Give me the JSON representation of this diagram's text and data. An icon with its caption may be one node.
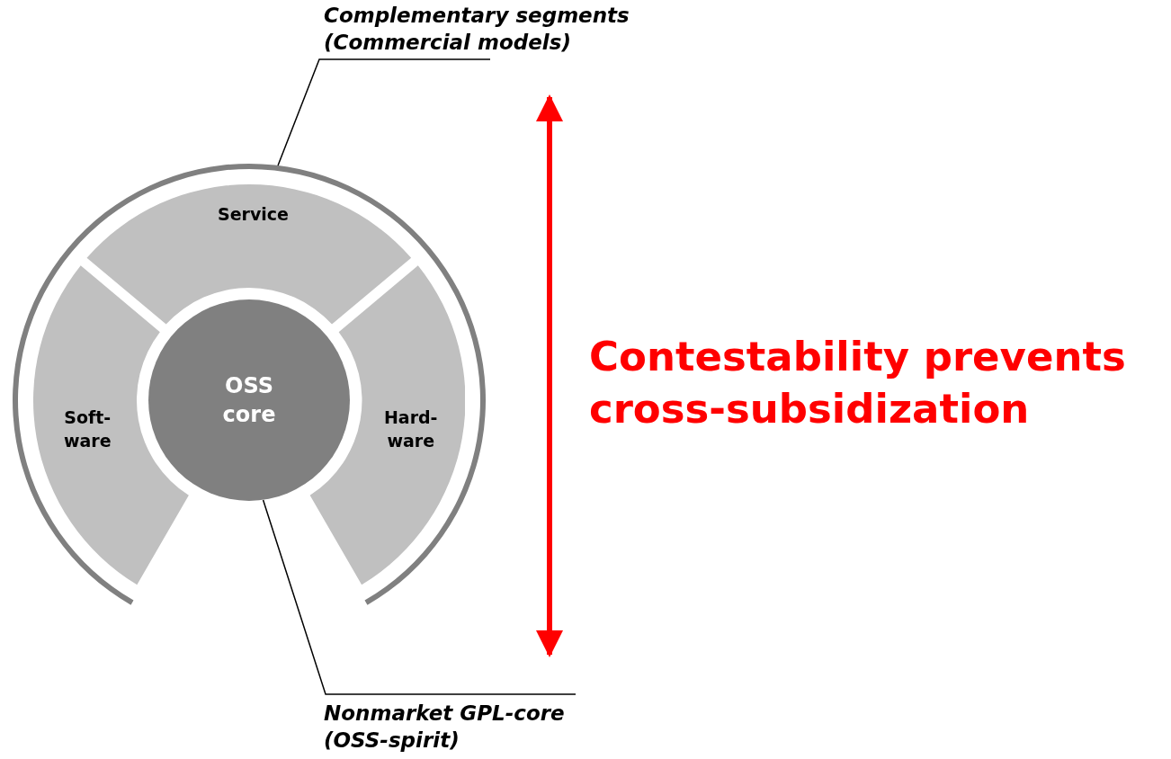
{
  "diagram": {
    "nodes": [
      {
        "text": [
          "Complementary segments (Commercial models)"
        ]
      },
      {
        "text": [],
        "shape": "arc"
      },
      {
        "text": [
          "Service"
        ]
      },
      {
        "text": [
          "Soft- ware"
        ]
      },
      {
        "text": [
          "OSS core"
        ]
      },
      {
        "text": [
          "Hard- ware"
        ]
      },
      {
        "text": [
          "Nonmarket GPL-core (OSS-spirit)"
        ]
      }
    ],
    "edges": [
      {
        "from": 0,
        "to": 1,
        "arrow": "none"
      },
      {
        "from": 6,
        "to": 4,
        "arrow": "none"
      }
    ],
    "labels": [
      "Contestability prevents cross-subsidization"
    ]
  }
}
